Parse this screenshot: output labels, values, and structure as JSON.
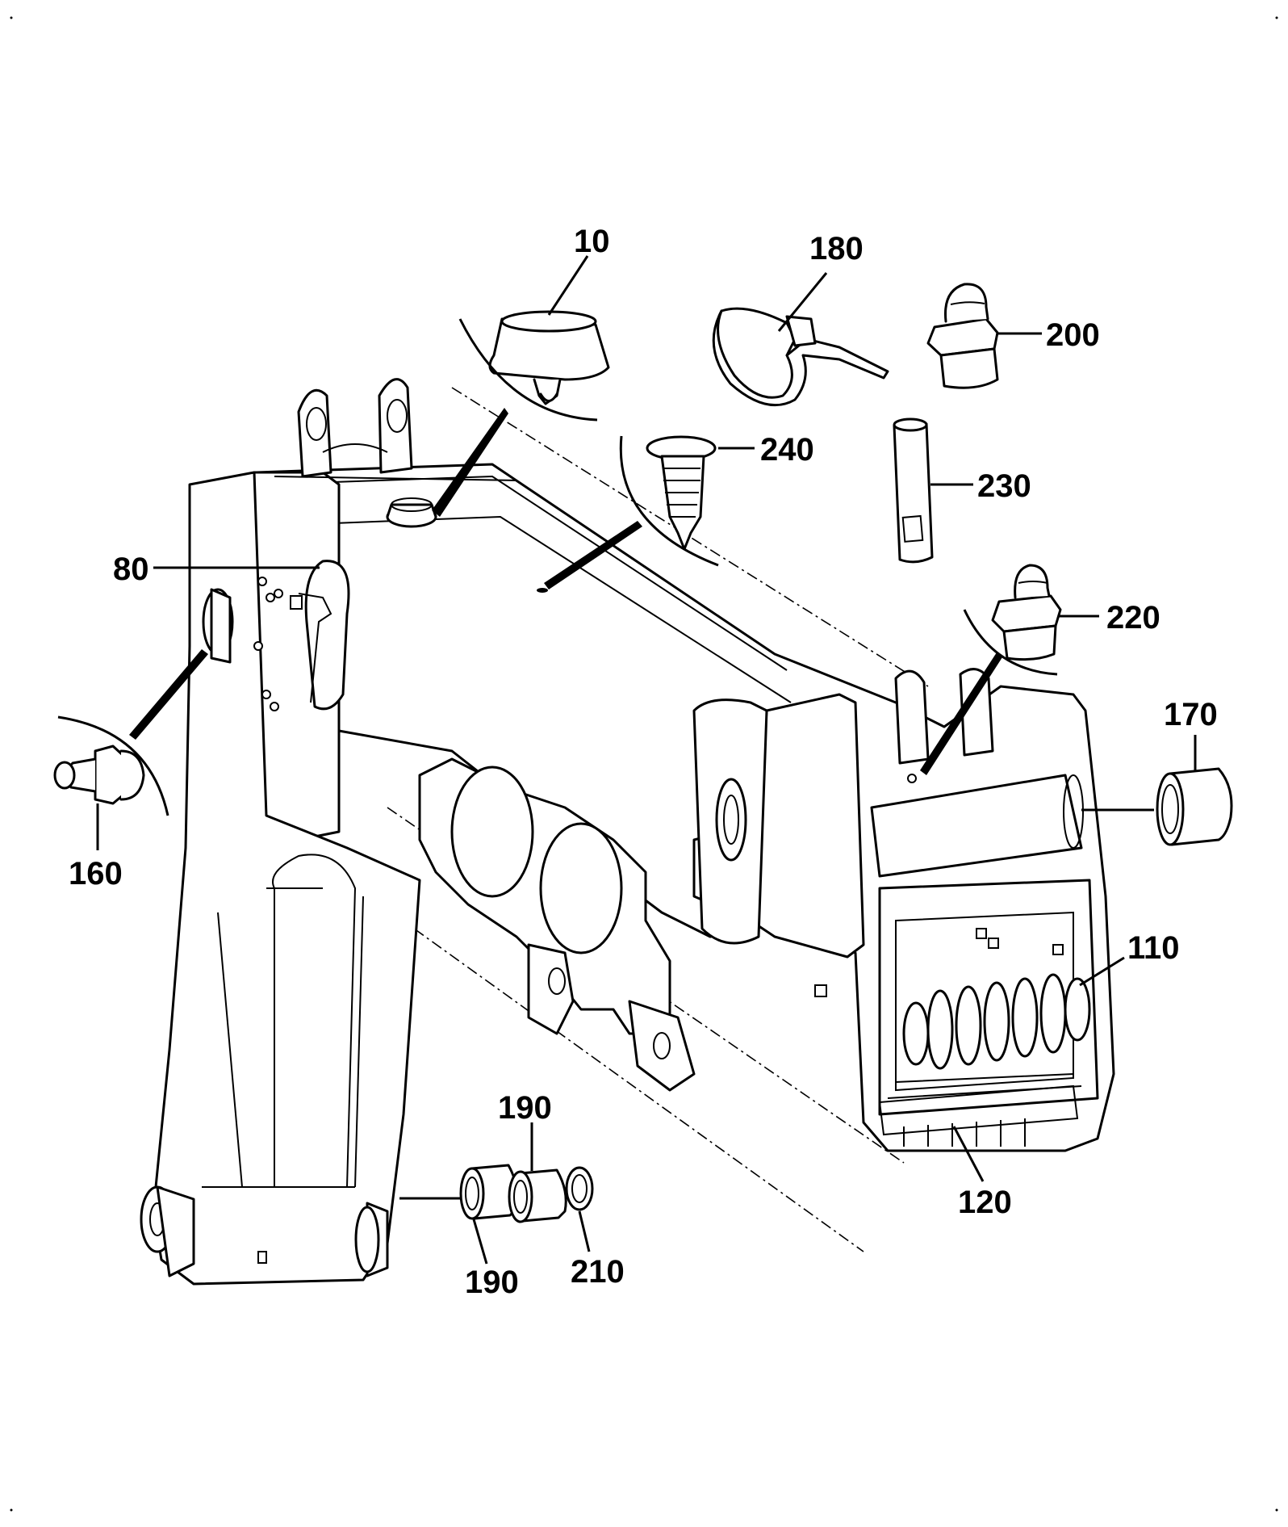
{
  "callouts": {
    "p10": "10",
    "p80": "80",
    "p110": "110",
    "p120": "120",
    "p160": "160",
    "p170": "170",
    "p180": "180",
    "p190_top": "190",
    "p190_bottom": "190",
    "p200": "200",
    "p210": "210",
    "p220": "220",
    "p230": "230",
    "p240": "240"
  }
}
